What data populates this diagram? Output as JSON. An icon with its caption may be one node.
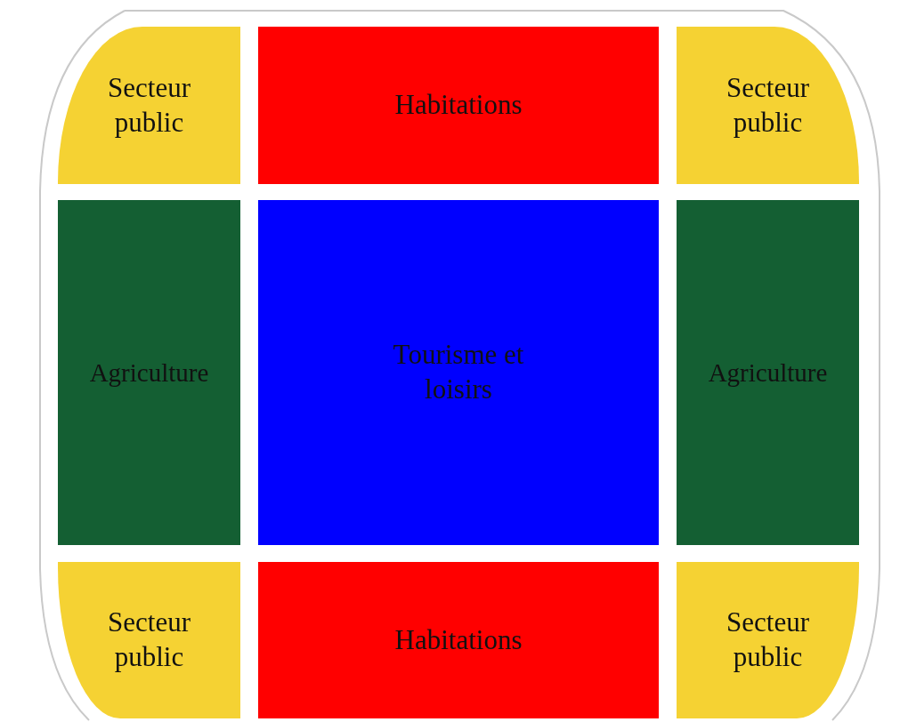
{
  "diagram": {
    "nodes": [
      {
        "text": [
          "Secteur public"
        ]
      },
      {
        "text": [
          "Habitations"
        ]
      },
      {
        "text": [
          "Secteur public"
        ]
      },
      {
        "text": [
          "Agriculture"
        ]
      },
      {
        "text": [
          "Tourisme et loisirs"
        ]
      },
      {
        "text": [
          "Agriculture"
        ]
      },
      {
        "text": [
          "Secteur public"
        ]
      },
      {
        "text": [
          "Habitations"
        ]
      },
      {
        "text": [
          "Secteur public"
        ]
      }
    ]
  }
}
